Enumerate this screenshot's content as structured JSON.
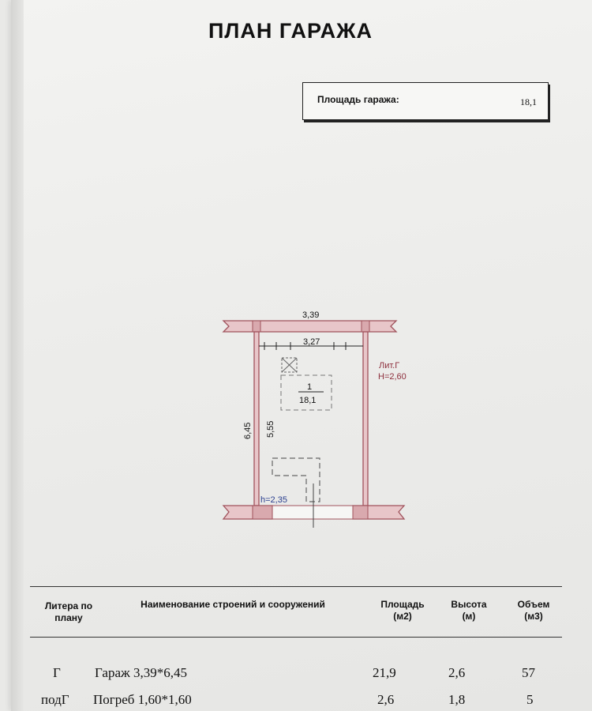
{
  "title": "ПЛАН ГАРАЖА",
  "area_box": {
    "label": "Площадь гаража:",
    "value": "18,1"
  },
  "plan": {
    "outer_width": "3,39",
    "inner_width": "3,27",
    "outer_length": "6,45",
    "inner_length": "5,55",
    "room_number": "1",
    "room_area": "18,1",
    "litera": "Лит.Г",
    "height": "H=2,60",
    "cellar_height": "h=2,35",
    "colors": {
      "wall_fill": "#e8c6c9",
      "wall_stroke": "#a0525c",
      "litera_text": "#8e2f3d",
      "cellar_text": "#2a3f8f"
    }
  },
  "table": {
    "headers": {
      "litera": "Литера по плану",
      "name": "Наименование строений и сооружений",
      "area": "Площадь (м2)",
      "height": "Высота (м)",
      "volume": "Объем (м3)"
    },
    "rows": [
      {
        "litera": "Г",
        "name": "Гараж  3,39*6,45",
        "area": "21,9",
        "height": "2,6",
        "volume": "57"
      },
      {
        "litera": "подГ",
        "name": "Погреб  1,60*1,60",
        "area": "2,6",
        "height": "1,8",
        "volume": "5"
      }
    ]
  }
}
